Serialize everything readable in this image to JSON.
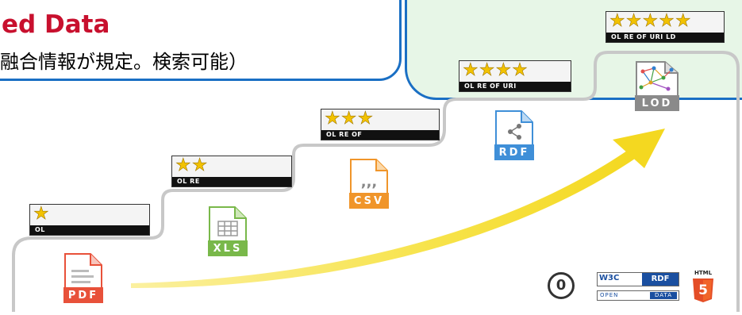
{
  "title": {
    "english": "ed Data",
    "japanese": "融合情報が規定。検索可能）"
  },
  "badges": [
    {
      "stars": "★",
      "label": "OL"
    },
    {
      "stars": "★★",
      "label": "OL RE"
    },
    {
      "stars": "★★★",
      "label": "OL RE OF"
    },
    {
      "stars": "★★★★",
      "label": "OL RE OF URI"
    },
    {
      "stars": "★★★★★",
      "label": "OL RE OF URI LD"
    }
  ],
  "files": [
    {
      "label": "PDF",
      "color": "#e8513a",
      "icon": "document-lines-icon"
    },
    {
      "label": "XLS",
      "color": "#79b84a",
      "icon": "spreadsheet-grid-icon"
    },
    {
      "label": "CSV",
      "color": "#f0952a",
      "icon": "quote-marks-icon"
    },
    {
      "label": "RDF",
      "color": "#3f8fd8",
      "icon": "share-nodes-icon"
    },
    {
      "label": "LOD",
      "color": "#8a8a8a",
      "icon": "linked-graph-icon"
    }
  ],
  "logos": {
    "w3c": "W3C",
    "rdf": "RDF",
    "open": "OPEN",
    "data": "DATA",
    "html": "HTML",
    "html_number": "5",
    "cc": "0"
  },
  "colors": {
    "accent_blue": "#1a6fc4",
    "title_red": "#c8102e",
    "star_yellow": "#f2c200",
    "arrow_yellow": "#f7e34a",
    "green_panel": "#e7f6e7"
  }
}
